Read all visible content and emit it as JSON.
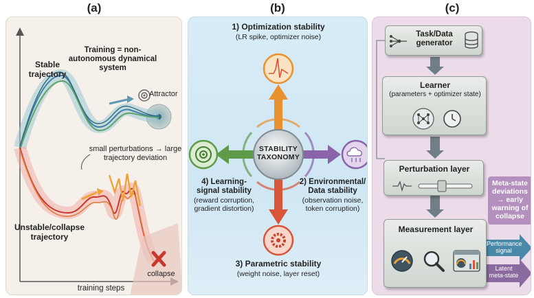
{
  "panels": {
    "a": {
      "letter": "(a)",
      "title": "Training = non-autonomous dynamical system",
      "stable_label": "Stable trajectory",
      "attractor_label": "Attractor",
      "perturb_label": "small perturbations → large trajectory deviation",
      "unstable_label": "Unstable/collapse trajectory",
      "collapse_label": "collapse",
      "x_axis_label": "training steps"
    },
    "b": {
      "letter": "(b)",
      "center": "STABILITY TAXONOMY",
      "top_title": "1) Optimization stability",
      "top_sub": "(LR spike, optimizer noise)",
      "left_title": "4) Learning-signal stability",
      "left_sub": "(reward corruption, gradient distortion)",
      "right_title": "2) Environmental/ Data stability",
      "right_sub": "(observation noise, token corruption)",
      "bottom_title": "3) Parametric stability",
      "bottom_sub": "(weight noise, layer reset)"
    },
    "c": {
      "letter": "(c)",
      "task_box": "Task/Data generator",
      "learner_title": "Learner",
      "learner_sub": "(parameters + optimizer state)",
      "perturbation_title": "Perturbation layer",
      "measurement_title": "Measurement layer",
      "meta_state_note": "Meta-state deviations → early warning of collapse",
      "performance_signal": "Performance signal",
      "latent_meta_state": "Latent meta-state"
    }
  },
  "colors": {
    "stable": "#4f9fb0",
    "unstable": "#d9473c",
    "optimization": "#e8912e",
    "environment": "#8a63a8",
    "parametric": "#d9553a",
    "learning_signal": "#5f9a48",
    "pipeline_arrow": "#6f7f85",
    "performance_arrow": "#4a88a8",
    "latent_arrow": "#8b6aa0"
  }
}
